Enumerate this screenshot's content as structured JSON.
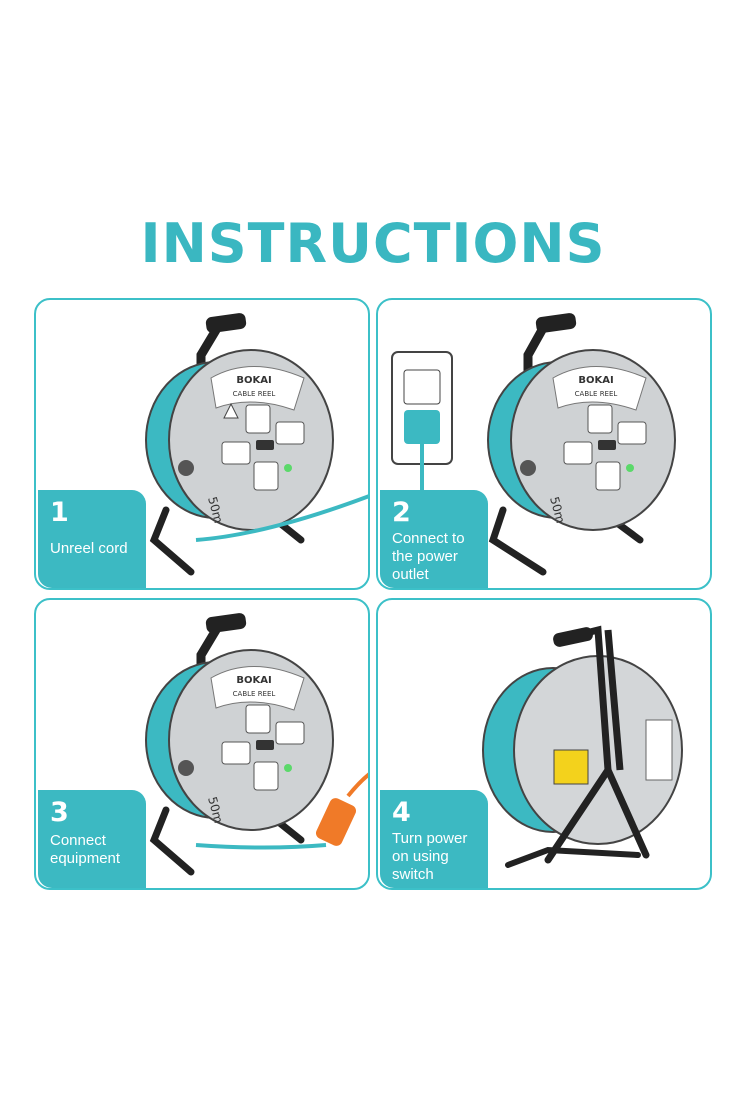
{
  "title": "INSTRUCTIONS",
  "colors": {
    "accent": "#3cb9c2",
    "title": "#3ab7c1",
    "outline": "#3cc0c8",
    "plug": "#f07a28"
  },
  "reel_labels": {
    "brand": "BOKAI",
    "model": "CABLE REEL",
    "length": "50m"
  },
  "steps": [
    {
      "number": "1",
      "caption_lines": [
        "Unreel cord"
      ]
    },
    {
      "number": "2",
      "caption_lines": [
        "Connect to",
        "the power",
        "outlet"
      ]
    },
    {
      "number": "3",
      "caption_lines": [
        "Connect",
        "equipment"
      ]
    },
    {
      "number": "4",
      "caption_lines": [
        "Turn power",
        "on using",
        "switch"
      ]
    }
  ]
}
